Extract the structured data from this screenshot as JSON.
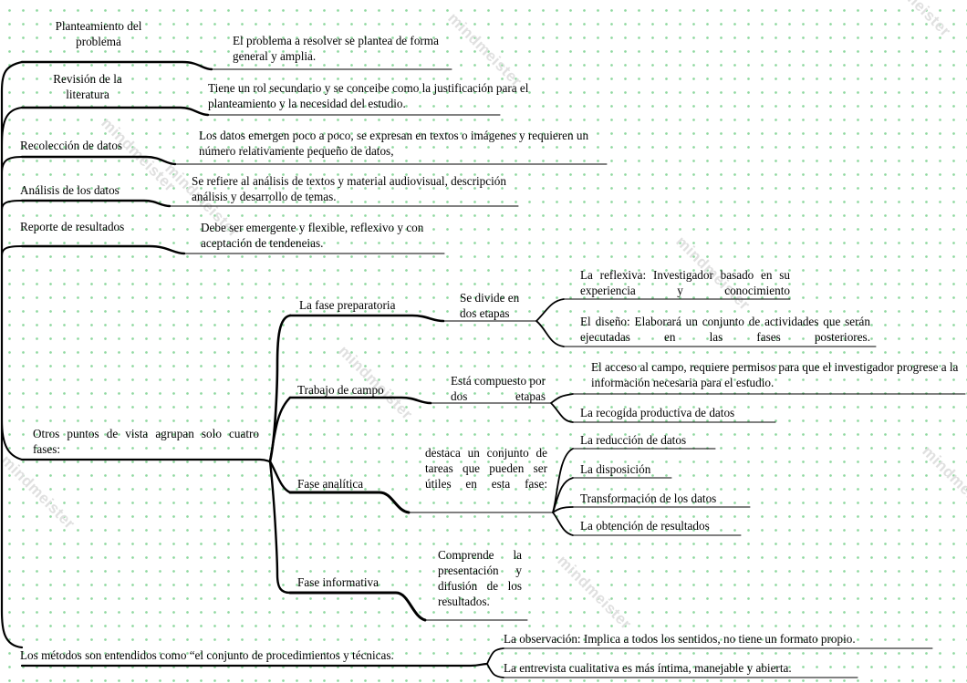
{
  "watermark": "mindmeister",
  "colors": {
    "line": "#000000",
    "dots": "#8fd89f",
    "background": "#ffffff",
    "watermark": "#e0e0e0"
  },
  "topics": [
    {
      "label": "Planteamiento del problema",
      "detail": "El problema a resolver se plantea de forma general y amplia."
    },
    {
      "label": "Revisión de la literatura",
      "detail": "Tiene un rol secundario y se conceibe como la justificación para el planteamiento y la necesidad del estudio."
    },
    {
      "label": "Recolección de datos",
      "detail": "Los datos emergen poco a poco, se expresan en textos o imágenes y requieren un número relativamente pequeño de datos,"
    },
    {
      "label": "Análisis de los datos",
      "detail": "Se refiere al análisis de textos y material audiovisual, descripción análisis y desarrollo de temas."
    },
    {
      "label": "Reporte de resultados",
      "detail": "Debe ser emergente y flexible, reflexivo y con aceptación de tendeneias."
    }
  ],
  "phases": {
    "label": "Otros puntos de vista agrupan solo cuatro fases:",
    "preparatoria": {
      "label": "La fase preparatoria",
      "sub": "Se divide en dos etapas",
      "reflexiva": "La reflexiva: Investigador basado en su experiencia y conocimiento",
      "diseno": "El diseño: Elaborará un conjunto de actividades que serán ejecutadas en las fases posteriores."
    },
    "campo": {
      "label": "Trabajo de campo",
      "sub": "Está compuesto por dos etapas",
      "acceso": "El acceso al campo, requiere permisos para que el investigador progrese a la información necesaria para el estudio.",
      "recogida": "La recogida productiva de datos"
    },
    "analitica": {
      "label": "Fase analítica",
      "sub": "destaca un conjunto de tareas que pueden ser útiles en esta fase:",
      "items": [
        "La reducción de datos",
        "La disposición",
        "Transformación de los datos",
        "La obtención de resultados"
      ]
    },
    "informativa": {
      "label": "Fase informativa",
      "sub": "Comprende la presentación y difusión de los resultados."
    }
  },
  "methods": {
    "label": "Los métodos son entendidos como “el conjunto de procedimientos y técnicas.",
    "observacion": "La observación: Implica a todos los sentidos, no tiene un formato propio.",
    "entrevista": "La entrevista cualitativa es más íntima, manejable y abierta."
  }
}
